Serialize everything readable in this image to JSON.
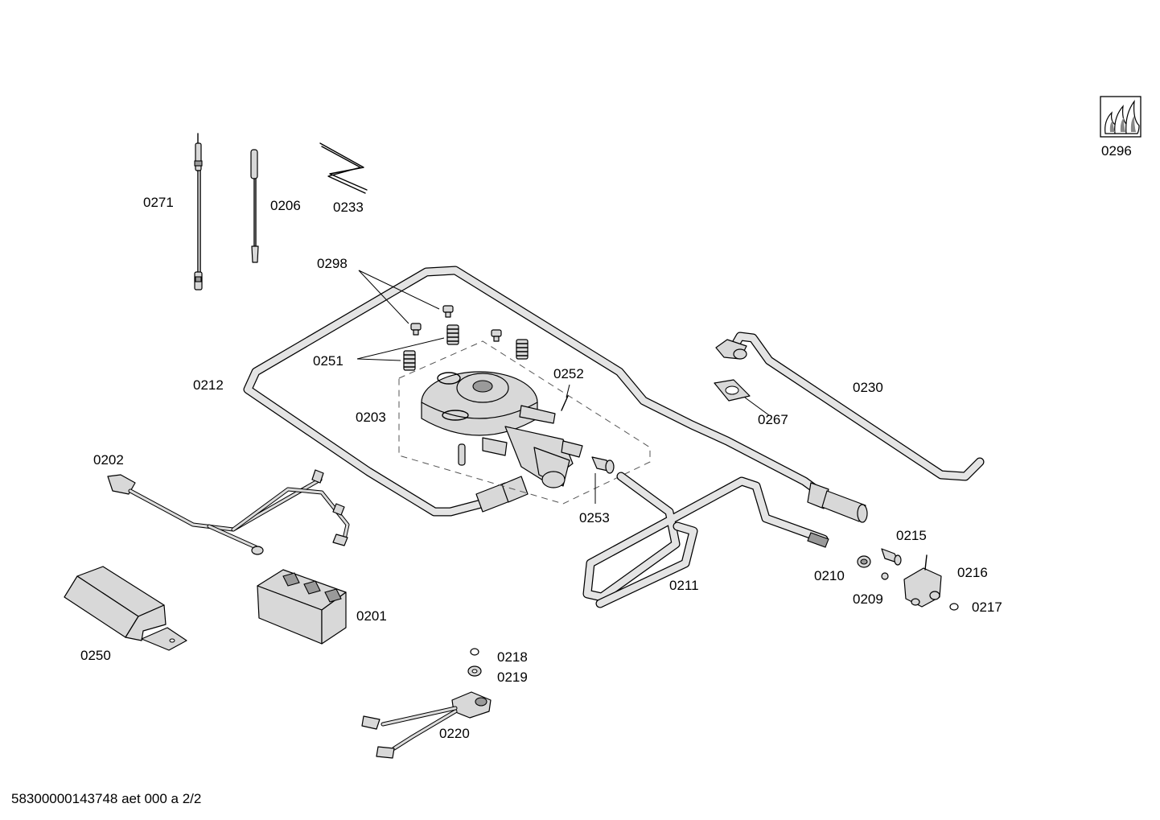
{
  "labels": {
    "p0271": "0271",
    "p0206": "0206",
    "p0233": "0233",
    "p0298": "0298",
    "p0251": "0251",
    "p0212": "0212",
    "p0203": "0203",
    "p0252": "0252",
    "p0230": "0230",
    "p0267": "0267",
    "p0202": "0202",
    "p0253": "0253",
    "p0211": "0211",
    "p0215": "0215",
    "p0210": "0210",
    "p0216": "0216",
    "p0209": "0209",
    "p0217": "0217",
    "p0201": "0201",
    "p0250": "0250",
    "p0218": "0218",
    "p0219": "0219",
    "p0220": "0220",
    "p0296": "0296"
  },
  "footer": {
    "document_id": "58300000143748 aet 000 a 2/2"
  },
  "icons": {
    "burner_symbol": "three-flames-icon"
  }
}
